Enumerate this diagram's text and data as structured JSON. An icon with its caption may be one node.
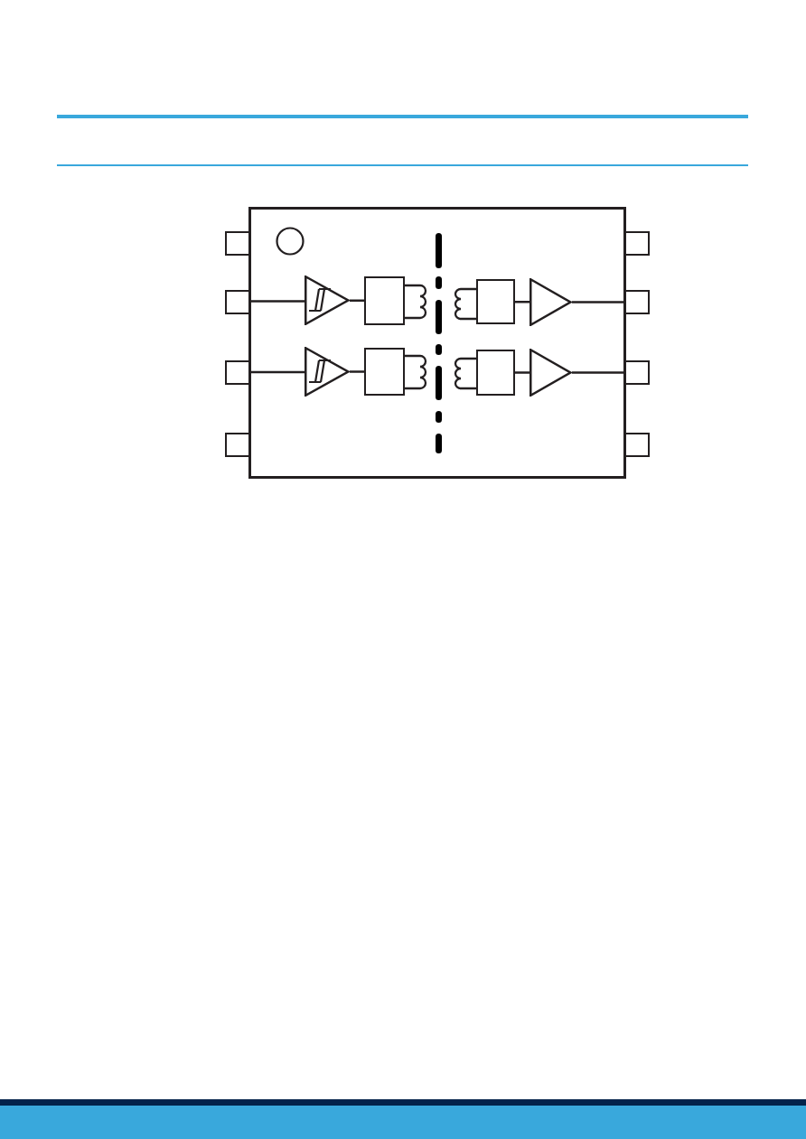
{
  "diagram": {
    "nodes": [
      {
        "text": [],
        "shape": "box"
      },
      {
        "text": [],
        "shape": "box"
      },
      {
        "text": [],
        "shape": "box"
      },
      {
        "text": [],
        "shape": "box"
      },
      {
        "text": [],
        "shape": "box"
      },
      {
        "text": [],
        "shape": "triangle",
        "in": 0
      },
      {
        "text": [],
        "shape": "box",
        "in": 0
      },
      {
        "text": [],
        "shape": "box",
        "in": 0
      },
      {
        "text": [],
        "shape": "triangle",
        "in": 0
      },
      {
        "text": [],
        "shape": "triangle",
        "in": 0
      },
      {
        "text": [],
        "shape": "box",
        "in": 0
      },
      {
        "text": [],
        "shape": "box",
        "in": 0
      },
      {
        "text": [],
        "shape": "triangle",
        "in": 0
      },
      {
        "text": [],
        "shape": "box"
      },
      {
        "text": [],
        "shape": "box"
      },
      {
        "text": [],
        "shape": "box"
      },
      {
        "text": [],
        "shape": "box"
      }
    ],
    "edges": [
      {
        "from": 2,
        "to": 5,
        "arrow": "none"
      },
      {
        "from": 5,
        "to": 6,
        "arrow": "none"
      },
      {
        "from": 7,
        "to": 8,
        "arrow": "none"
      },
      {
        "from": 8,
        "to": 14,
        "arrow": "none"
      },
      {
        "from": 3,
        "to": 9,
        "arrow": "none"
      },
      {
        "from": 9,
        "to": 10,
        "arrow": "none"
      },
      {
        "from": 11,
        "to": 12,
        "arrow": "none"
      },
      {
        "from": 12,
        "to": 15,
        "arrow": "none"
      }
    ]
  }
}
